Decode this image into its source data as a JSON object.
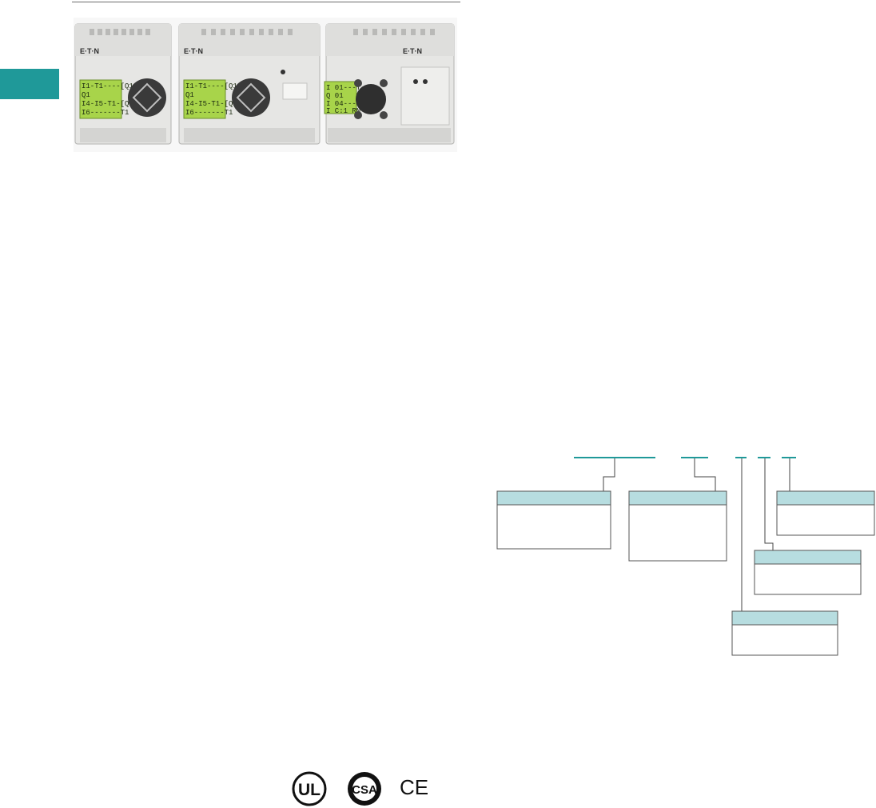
{
  "product_photo": {
    "brand": "E·T·N",
    "units": [
      {
        "lcd_lines": [
          "I1-T1----[Q1",
          "Q1",
          "I4-I5-T1-[Q2",
          "I6-------T1"
        ]
      },
      {
        "lcd_lines": [
          "I1-T1----[Q1",
          "Q1",
          "I4-I5-T1-[Q2",
          "I6-------T1"
        ]
      },
      {
        "lcd_lines": [
          "I 01---T 02",
          "Q 01",
          "I 04----T 05",
          "I C:1 RN"
        ]
      }
    ]
  },
  "certifications": [
    {
      "name": "UL",
      "icon": "ul-listed-icon"
    },
    {
      "name": "CSA",
      "icon": "csa-icon"
    },
    {
      "name": "CE",
      "icon": "ce-mark-icon"
    }
  ],
  "colors": {
    "accent": "#1f9999",
    "box_header": "#b7dde0",
    "rule": "#6d6d6d"
  }
}
